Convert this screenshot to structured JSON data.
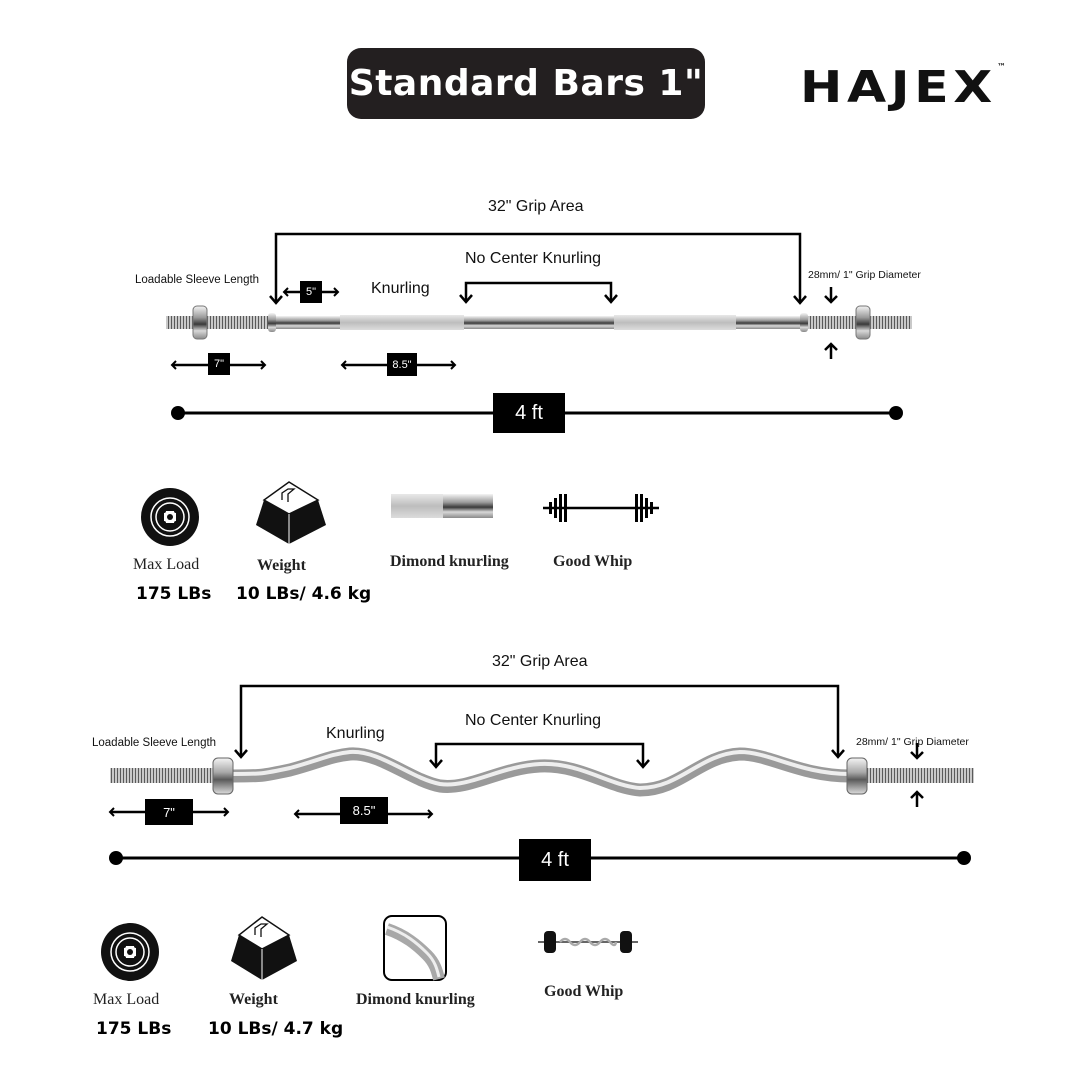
{
  "header": {
    "title": "Standard Bars 1\"",
    "brand": "HAJEX",
    "brand_mark": "™"
  },
  "colors": {
    "title_bg": "#231f20",
    "ink": "#000000",
    "chrome": "#c8c8c8"
  },
  "straight_bar": {
    "grip_area_label": "32\" Grip Area",
    "no_center_knurling_label": "No Center Knurling",
    "knurling_label": "Knurling",
    "sleeve_label": "Loadable Sleeve Length",
    "grip_diameter_label": "28mm/ 1\" Grip Diameter",
    "tag_5": "5\"",
    "tag_7": "7\"",
    "tag_8_5": "8.5\"",
    "length": "4 ft",
    "features": [
      {
        "icon": "weight-plate-icon",
        "label": "Max Load",
        "value": "175 LBs"
      },
      {
        "icon": "kettle-weight-icon",
        "label": "Weight",
        "value": "10 LBs/ 4.6 kg"
      },
      {
        "icon": "knurled-bar-icon",
        "label": "Dimond knurling",
        "value": ""
      },
      {
        "icon": "barbell-icon",
        "label": "Good Whip",
        "value": ""
      }
    ]
  },
  "curl_bar": {
    "grip_area_label": "32\" Grip Area",
    "no_center_knurling_label": "No Center Knurling",
    "knurling_label": "Knurling",
    "sleeve_label": "Loadable Sleeve Length",
    "grip_diameter_label": "28mm/ 1\" Grip Diameter",
    "tag_7": "7\"",
    "tag_8_5": "8.5\"",
    "length": "4 ft",
    "features": [
      {
        "icon": "weight-plate-icon",
        "label": "Max Load",
        "value": "175 LBs"
      },
      {
        "icon": "kettle-weight-icon",
        "label": "Weight",
        "value": "10 LBs/ 4.7 kg"
      },
      {
        "icon": "curl-bar-closeup-icon",
        "label": "Dimond knurling",
        "value": ""
      },
      {
        "icon": "ez-curl-barbell-icon",
        "label": "Good Whip",
        "value": ""
      }
    ]
  }
}
